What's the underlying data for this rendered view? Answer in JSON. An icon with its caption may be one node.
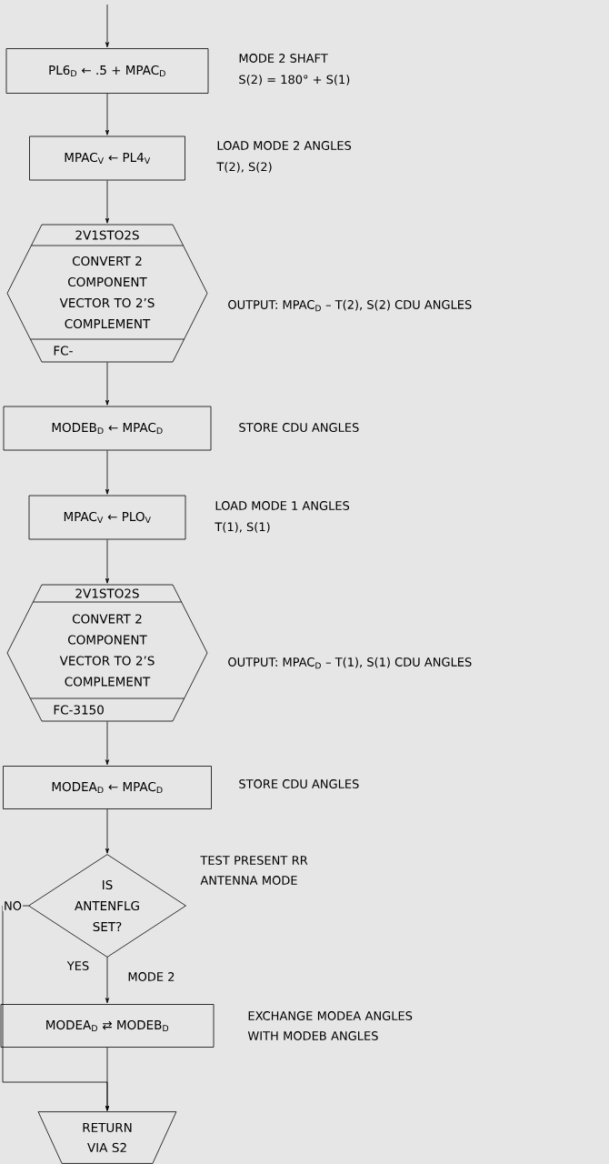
{
  "diagram": {
    "nodes": [
      {
        "text": [
          "PL6$_{D}$ ← .5 + MPAC$_{D}$"
        ],
        "beside": [
          "MODE 2 SHAFT",
          "S(2) = 180° + S(1)"
        ]
      },
      {
        "text": [
          "MPAC$_{V}$ ← PL4$_{V}$"
        ],
        "beside": [
          "LOAD MODE 2 ANGLES",
          "T(2), S(2)"
        ]
      },
      {
        "text": [
          "2V1STO2S",
          "CONVERT 2 COMPONENT VECTOR TO 2’S COMPLEMENT",
          "FC-"
        ],
        "beside": [
          "OUTPUT: MPAC$_{D}$ – T(2), S(2) CDU ANGLES"
        ]
      },
      {
        "text": [
          "MODEB$_{D}$ ← MPAC$_{D}$"
        ],
        "beside": [
          "STORE CDU ANGLES"
        ]
      },
      {
        "text": [
          "MPAC$_{V}$ ← PLO$_{V}$"
        ],
        "beside": [
          "LOAD MODE 1 ANGLES",
          "T(1), S(1)"
        ]
      },
      {
        "text": [
          "2V1STO2S",
          "CONVERT 2 COMPONENT VECTOR TO 2’S COMPLEMENT",
          "FC-3150"
        ],
        "beside": [
          "OUTPUT: MPAC$_{D}$ – T(1), S(1) CDU ANGLES"
        ]
      },
      {
        "text": [
          "MODEA$_{D}$ ← MPAC$_{D}$"
        ],
        "beside": [
          "STORE CDU ANGLES"
        ]
      },
      {
        "text": [
          "IS ANTENFLG SET?"
        ],
        "beside": [
          "TEST PRESENT RR ANTENNA MODE"
        ]
      },
      {
        "text": [
          "MODEA$_{D}$ ⇄ MODEB$_{D}$"
        ],
        "beside": [
          "EXCHANGE MODEA ANGLES WITH MODEB ANGLES"
        ]
      },
      {
        "text": [
          "RETURN VIA S2"
        ]
      }
    ],
    "edges": [
      {
        "from": null,
        "to": 0,
        "arrow": "to"
      },
      {
        "from": 0,
        "to": 1,
        "arrow": "to"
      },
      {
        "from": 1,
        "to": 2,
        "arrow": "to"
      },
      {
        "from": 2,
        "to": 3,
        "arrow": "to"
      },
      {
        "from": 3,
        "to": 4,
        "arrow": "to"
      },
      {
        "from": 4,
        "to": 5,
        "arrow": "to"
      },
      {
        "from": 5,
        "to": 6,
        "arrow": "to"
      },
      {
        "from": 6,
        "to": 7,
        "arrow": "to"
      },
      {
        "from": 7,
        "to": 8,
        "label": "YES",
        "arrow": "to"
      },
      {
        "from": 8,
        "to": 9,
        "arrow": "to"
      },
      {
        "from": 7,
        "to": 9,
        "label": "NO",
        "arrow": "to"
      }
    ],
    "labels": [
      "MODE 2"
    ]
  }
}
